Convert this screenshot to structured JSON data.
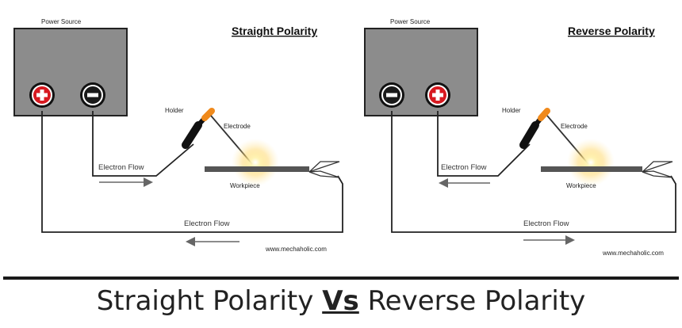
{
  "left_panel": {
    "power_label": "Power Source",
    "title": "Straight Polarity",
    "terminal_left": "+",
    "terminal_right": "−",
    "holder_label": "Holder",
    "electrode_label": "Electrode",
    "workpiece_label": "Workpiece",
    "flow_top": "Electron Flow",
    "flow_bottom": "Electron Flow",
    "website": "www.mechaholic.com"
  },
  "right_panel": {
    "power_label": "Power Source",
    "title": "Reverse Polarity",
    "terminal_left": "−",
    "terminal_right": "+",
    "holder_label": "Holder",
    "electrode_label": "Electrode",
    "workpiece_label": "Workpiece",
    "flow_top": "Electron Flow",
    "flow_bottom": "Electron Flow",
    "website": "www.mechaholic.com"
  },
  "footer": {
    "left": "Straight Polarity ",
    "vs": "Vs",
    "right": " Reverse Polarity"
  },
  "colors": {
    "box_fill": "#8c8c8c",
    "positive": "#d71920",
    "negative": "#1a1a1a",
    "holder_tip": "#f08a1c",
    "wire": "#222222",
    "arrow": "#666666"
  }
}
